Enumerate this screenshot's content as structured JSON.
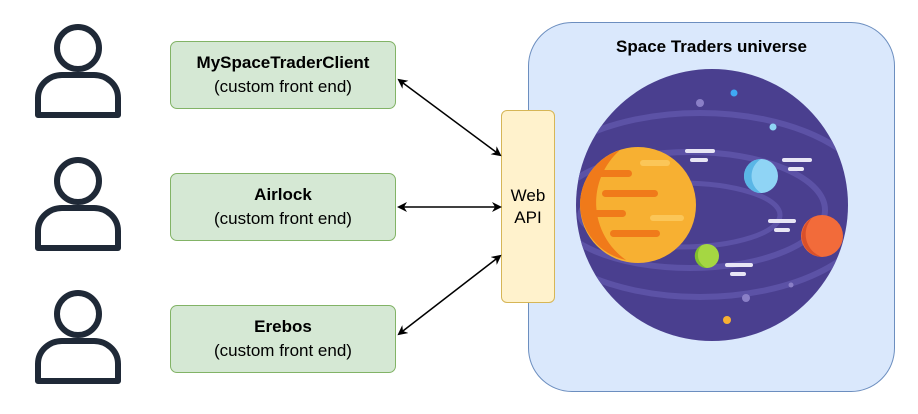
{
  "clients": [
    {
      "name": "MySpaceTraderClient",
      "desc": "(custom front end)"
    },
    {
      "name": "Airlock",
      "desc": "(custom front end)"
    },
    {
      "name": "Erebos",
      "desc": "(custom front end)"
    }
  ],
  "api": {
    "line1": "Web",
    "line2": "API"
  },
  "universe": {
    "title": "Space Traders universe"
  },
  "colors": {
    "client_fill": "#d5e8d4",
    "client_border": "#82b366",
    "api_fill": "#fff2cc",
    "api_border": "#d6b656",
    "universe_fill": "#dae8fc",
    "universe_border": "#6c8ebf",
    "space": "#4a3f8f"
  }
}
